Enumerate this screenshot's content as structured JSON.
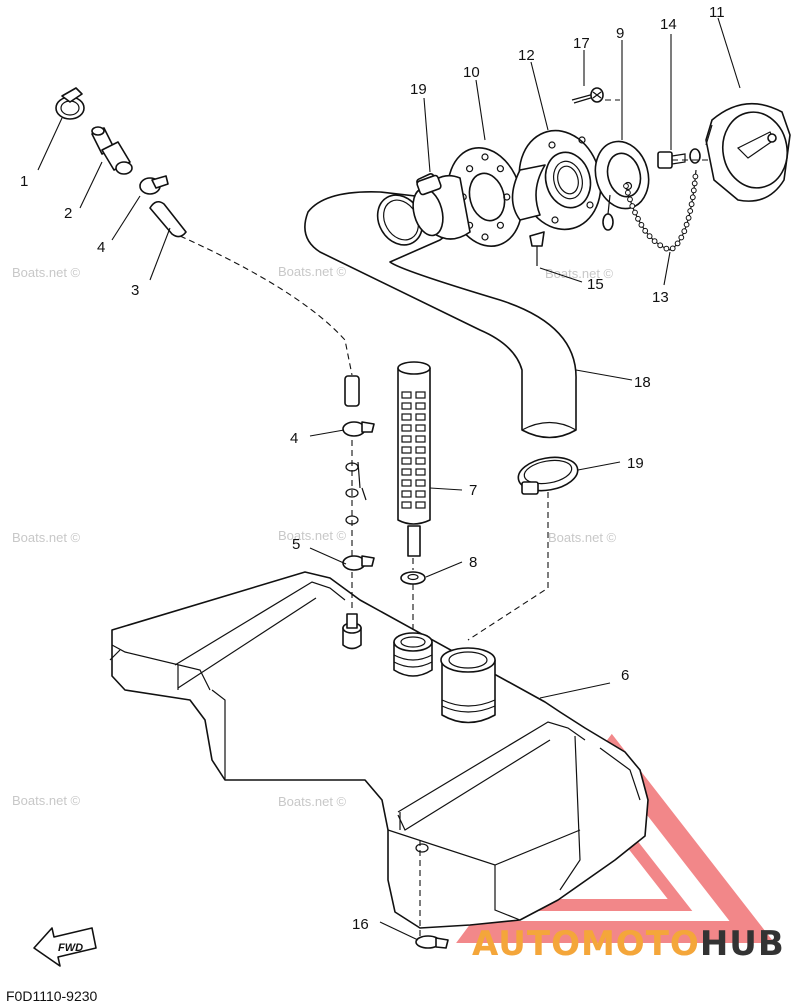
{
  "diagram": {
    "part_labels": [
      {
        "id": "1",
        "text": "1"
      },
      {
        "id": "2",
        "text": "2"
      },
      {
        "id": "3",
        "text": "3"
      },
      {
        "id": "4a",
        "text": "4"
      },
      {
        "id": "4b",
        "text": "4"
      },
      {
        "id": "5",
        "text": "5"
      },
      {
        "id": "6",
        "text": "6"
      },
      {
        "id": "7",
        "text": "7"
      },
      {
        "id": "8",
        "text": "8"
      },
      {
        "id": "9",
        "text": "9"
      },
      {
        "id": "10",
        "text": "10"
      },
      {
        "id": "11",
        "text": "11"
      },
      {
        "id": "12",
        "text": "12"
      },
      {
        "id": "13",
        "text": "13"
      },
      {
        "id": "14",
        "text": "14"
      },
      {
        "id": "15",
        "text": "15"
      },
      {
        "id": "16",
        "text": "16"
      },
      {
        "id": "17",
        "text": "17"
      },
      {
        "id": "18",
        "text": "18"
      },
      {
        "id": "19a",
        "text": "19"
      },
      {
        "id": "19b",
        "text": "19"
      }
    ],
    "direction_tag": "FWD",
    "figure_code": "F0D1110-9230",
    "watermark_text": "Boats.net ©",
    "brand": {
      "part1": "AUTOMOTO",
      "part2": "HUB",
      "color1": "#f4a63a",
      "color2": "#333333",
      "triangle_color": "#e8262a"
    }
  }
}
